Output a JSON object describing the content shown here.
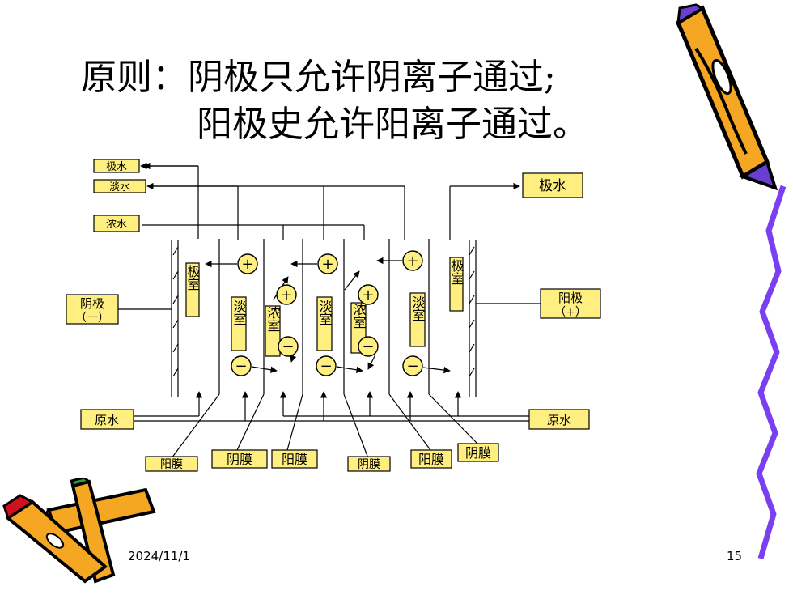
{
  "title": {
    "line1": "原则：阴极只允许阴离子通过;",
    "line2": "阳极史允许阳离子通过。"
  },
  "diagram": {
    "outlet_electrode_water_left": "极水",
    "outlet_fresh_water": "淡水",
    "outlet_concentrated_water": "浓水",
    "outlet_electrode_water_right": "极水",
    "cathode_line1": "阴极",
    "cathode_line2": "（一）",
    "anode_line1": "阳极",
    "anode_line2": "（+）",
    "chamber_electrode": "极室",
    "chamber_fresh": "淡室",
    "chamber_concentrated": "浓室",
    "cation_symbol": "+",
    "anion_symbol": "−",
    "raw_water": "原水",
    "membrane_cation": "阳膜",
    "membrane_anion": "阴膜"
  },
  "colors": {
    "label_fill": "#FFEE80",
    "label_stroke": "#000000",
    "ion_fill": "#FFEE80",
    "pencil_orange": "#F5A623",
    "squiggle_purple": "#7B3FF2"
  },
  "footer": {
    "date": "2024/11/1",
    "page": "15"
  }
}
